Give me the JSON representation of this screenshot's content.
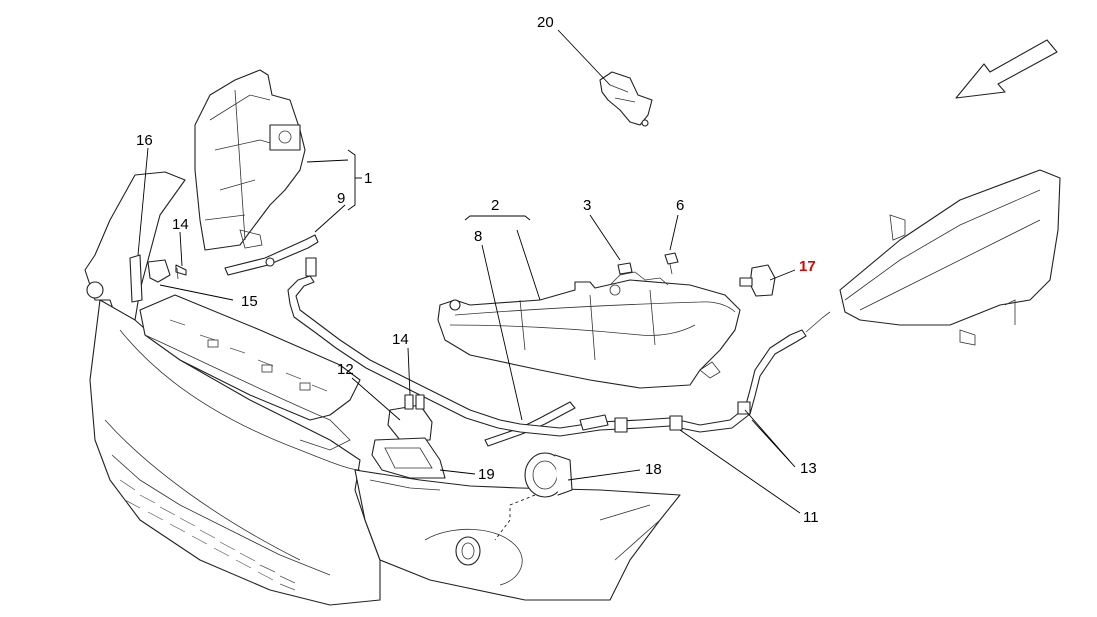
{
  "diagram": {
    "accent_color": "#e00000",
    "callouts": {
      "c1": "1",
      "c2": "2",
      "c3": "3",
      "c6": "6",
      "c8": "8",
      "c9": "9",
      "c11": "11",
      "c12": "12",
      "c13": "13",
      "c14a": "14",
      "c14b": "14",
      "c15": "15",
      "c16": "16",
      "c17": "17",
      "c18": "18",
      "c19": "19",
      "c20": "20"
    },
    "highlighted_callout": "17",
    "direction_indicator": "arrow-icon"
  }
}
